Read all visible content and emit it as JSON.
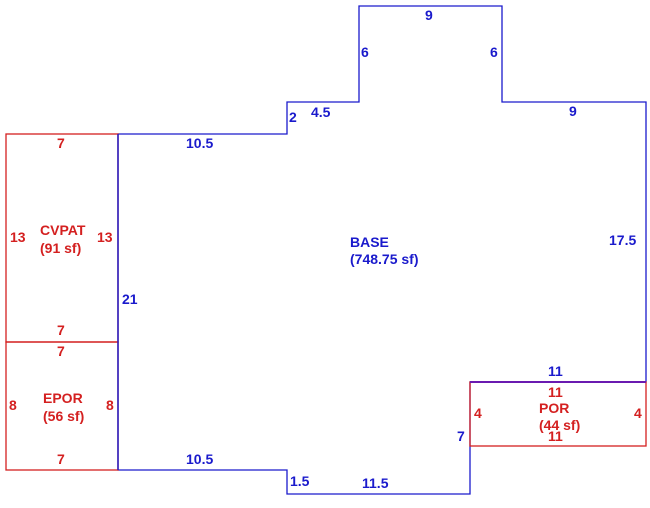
{
  "colors": {
    "base": "#1a1acc",
    "addition": "#d42020",
    "shared_edge": "#6a1ab0"
  },
  "areas": {
    "base": {
      "name": "BASE",
      "area": "(748.75 sf)"
    },
    "cvpat": {
      "name": "CVPAT",
      "area": "(91 sf)"
    },
    "epor": {
      "name": "EPOR",
      "area": "(56 sf)"
    },
    "por": {
      "name": "POR",
      "area": "(44 sf)"
    }
  },
  "dims": {
    "base": {
      "top_left": "10.5",
      "step_left": "2",
      "step_top": "4.5",
      "bay_left": "6",
      "bay_top": "9",
      "bay_right": "6",
      "top_right": "9",
      "right": "17.5",
      "notch_top": "11",
      "notch_left": "7",
      "bottom_right": "11.5",
      "step_bottom": "1.5",
      "bottom_left": "10.5",
      "left": "21"
    },
    "cvpat": {
      "top": "7",
      "left": "13",
      "right": "13",
      "bottom": "7"
    },
    "epor": {
      "top": "7",
      "left": "8",
      "right": "8",
      "bottom": "7"
    },
    "por": {
      "top": "11",
      "left": "4",
      "right": "4",
      "bottom": "11"
    }
  }
}
